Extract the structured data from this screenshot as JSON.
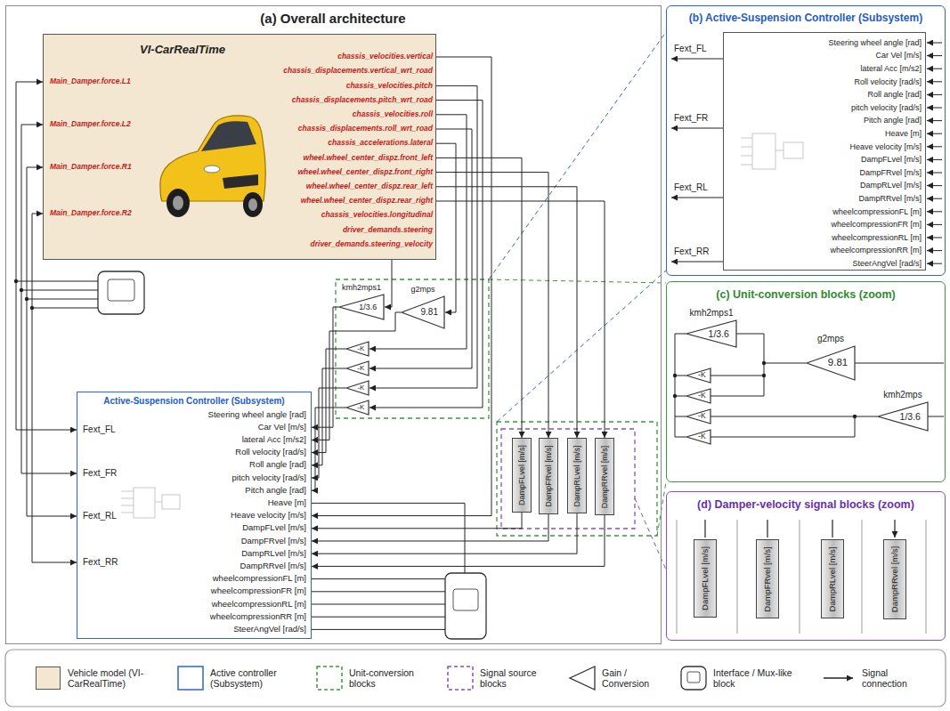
{
  "diagram": {
    "nodes": [
      {
        "text": [
          "(a) Overall architecture"
        ]
      },
      {
        "text": [
          "VI-CarRealTime",
          "Main_Damper.force.L1",
          "Main_Damper.force.L2",
          "Main_Damper.force.R1",
          "Main_Damper.force.R2",
          "chassis_velocities.vertical",
          "chassis_displacements.vertical_wrt_road",
          "chassis_velocities.pitch",
          "chassis_displacements.pitch_wrt_road",
          "chassis_velocities.roll",
          "chassis_displacements.roll_wrt_road",
          "chassis_accelerations.lateral",
          "wheel.wheel_center_dispz.front_left",
          "wheel.wheel_center_dispz.front_right",
          "wheel.wheel_center_dispz.rear_left",
          "wheel.wheel_center_dispz.rear_right",
          "chassis_velocities.longitudinal",
          "driver_demands.steering",
          "driver_demands.steering_velocity"
        ],
        "in": 0
      },
      {
        "text": [
          "kmh2mps1",
          "1/3.6"
        ],
        "in": 0
      },
      {
        "text": [
          "g2mps",
          "9.81"
        ],
        "in": 0
      },
      {
        "text": [
          "-K"
        ],
        "in": 0
      },
      {
        "text": [
          "-K"
        ],
        "in": 0
      },
      {
        "text": [
          "-K"
        ],
        "in": 0
      },
      {
        "text": [
          "-K"
        ],
        "in": 0
      },
      {
        "text": [
          "Active-Suspension Controller (Subsystem)",
          "Fext_FL",
          "Fext_FR",
          "Fext_RL",
          "Fext_RR",
          "Steering wheel angle [rad]",
          "Car Vel [m/s]",
          "lateral Acc [m/s2]",
          "Roll velocity [rad/s]",
          "Roll angle [rad]",
          "pitch velocity [rad/s]",
          "Pitch angle [rad]",
          "Heave [m]",
          "Heave velocity [m/s]",
          "DampFLvel [m/s]",
          "DampFRvel [m/s]",
          "DampRLvel [m/s]",
          "DampRRvel [m/s]",
          "wheelcompressionFL [m]",
          "wheelcompressionFR [m]",
          "wheelcompressionRL [m]",
          "wheelcompressionRR [m]",
          "SteerAngVel [rad/s]"
        ],
        "in": 0
      },
      {
        "text": [
          "DampFLvel [m/s]"
        ],
        "in": 0
      },
      {
        "text": [
          "DampFRvel [m/s]"
        ],
        "in": 0
      },
      {
        "text": [
          "DampRLvel [m/s]"
        ],
        "in": 0
      },
      {
        "text": [
          "DampRRvel [m/s]"
        ],
        "in": 0
      },
      {
        "text": [
          "(b) Active-Suspension Controller (Subsystem)"
        ]
      },
      {
        "text": [
          "Fext_FL",
          "Fext_FR",
          "Fext_RL",
          "Fext_RR",
          "Steering wheel angle [rad]",
          "Car Vel [m/s]",
          "lateral Acc [m/s2]",
          "Roll velocity [rad/s]",
          "Roll angle [rad]",
          "pitch velocity [rad/s]",
          "Pitch angle [rad]",
          "Heave [m]",
          "Heave velocity [m/s]",
          "DampFLvel [m/s]",
          "DampFRvel [m/s]",
          "DampRLvel [m/s]",
          "DampRRvel [m/s]",
          "wheelcompressionFL [m]",
          "wheelcompressionFR [m]",
          "wheelcompressionRL [m]",
          "wheelcompressionRR [m]",
          "SteerAngVel [rad/s]"
        ],
        "in": 13
      },
      {
        "text": [
          "(c) Unit-conversion blocks (zoom)"
        ]
      },
      {
        "text": [
          "kmh2mps1",
          "1/3.6"
        ],
        "in": 15
      },
      {
        "text": [
          "g2mps",
          "9.81"
        ],
        "in": 15
      },
      {
        "text": [
          "kmh2mps",
          "1/3.6"
        ],
        "in": 15
      },
      {
        "text": [
          "-K"
        ],
        "in": 15
      },
      {
        "text": [
          "-K"
        ],
        "in": 15
      },
      {
        "text": [
          "-K"
        ],
        "in": 15
      },
      {
        "text": [
          "-K"
        ],
        "in": 15
      },
      {
        "text": [
          "(d) Damper-velocity signal blocks (zoom)"
        ]
      },
      {
        "text": [
          "DampFLvel [m/s]"
        ],
        "in": 23
      },
      {
        "text": [
          "DampFRvel [m/s]"
        ],
        "in": 23
      },
      {
        "text": [
          "DampRLvel [m/s]"
        ],
        "in": 23
      },
      {
        "text": [
          "DampRRvel [m/s]"
        ],
        "in": 23
      }
    ],
    "edges": [
      {
        "from": 1,
        "to": 3,
        "arrow": "to"
      },
      {
        "from": 1,
        "to": 2,
        "arrow": "to"
      },
      {
        "from": 1,
        "to": 4,
        "arrow": "to"
      },
      {
        "from": 1,
        "to": 5,
        "arrow": "to"
      },
      {
        "from": 1,
        "to": 6,
        "arrow": "to"
      },
      {
        "from": 1,
        "to": 7,
        "arrow": "to"
      },
      {
        "from": 2,
        "to": 8,
        "arrow": "to"
      },
      {
        "from": 3,
        "to": 8,
        "arrow": "to"
      },
      {
        "from": 4,
        "to": 8,
        "arrow": "to"
      },
      {
        "from": 5,
        "to": 8,
        "arrow": "to"
      },
      {
        "from": 6,
        "to": 8,
        "arrow": "to"
      },
      {
        "from": 7,
        "to": 8,
        "arrow": "to"
      },
      {
        "from": 9,
        "to": 8,
        "arrow": "to"
      },
      {
        "from": 10,
        "to": 8,
        "arrow": "to"
      },
      {
        "from": 11,
        "to": 8,
        "arrow": "to"
      },
      {
        "from": 12,
        "to": 8,
        "arrow": "to"
      },
      {
        "from": 1,
        "to": 8,
        "arrow": "to"
      },
      {
        "from": 8,
        "to": 1,
        "arrow": "both"
      },
      {
        "from": 8,
        "to": 1,
        "arrow": "both"
      },
      {
        "from": 8,
        "to": 1,
        "arrow": "both"
      },
      {
        "from": 8,
        "to": 1,
        "arrow": "both"
      },
      {
        "from": 1,
        "to": 9,
        "arrow": "to"
      },
      {
        "from": 1,
        "to": 10,
        "arrow": "to"
      },
      {
        "from": 1,
        "to": 11,
        "arrow": "to"
      },
      {
        "from": 1,
        "to": 12,
        "arrow": "to"
      }
    ],
    "legend": [
      {
        "text": "Vehicle model (VI-CarRealTime)",
        "color": "#f3e7d1"
      },
      {
        "text": "Active controller (Subsystem)"
      },
      {
        "text": "Unit-conversion blocks"
      },
      {
        "text": "Signal source blocks"
      },
      {
        "text": "Gain / Conversion"
      },
      {
        "text": "Interface / Mux-like block"
      },
      {
        "text": "Signal connection"
      }
    ]
  }
}
